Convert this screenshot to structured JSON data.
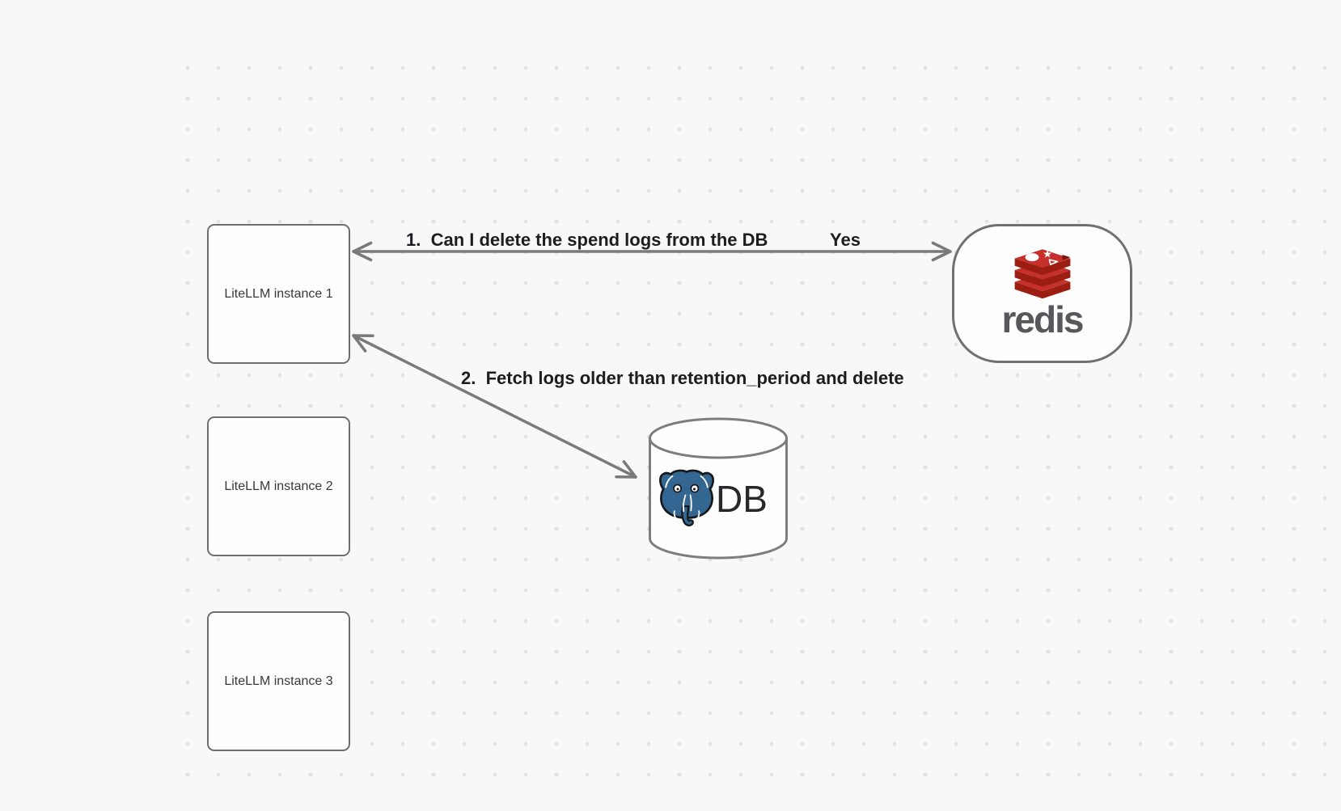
{
  "canvas": {
    "background_color": "#f8f8f9",
    "dot_color": "#e3e3e4"
  },
  "nodes": {
    "litellm_instances": [
      {
        "label": "LiteLLM instance 1"
      },
      {
        "label": "LiteLLM instance 2"
      },
      {
        "label": "LiteLLM instance 3"
      }
    ],
    "redis": {
      "wordmark": "redis",
      "icon": "redis-stack-logo",
      "brand_red": "#c6302b",
      "brand_red_dark": "#9c1d12",
      "wordmark_color": "#57585c"
    },
    "database": {
      "label": "DB",
      "icon": "postgresql-elephant-logo",
      "brand_blue": "#336791"
    }
  },
  "arrows": {
    "delete_spend_logs": {
      "label": "1.  Can I delete the spend logs from the DB",
      "response": "Yes"
    },
    "fetch_logs": {
      "label": "2.  Fetch logs older than retention_period and delete"
    }
  },
  "colors": {
    "shape_border": "#6f6f6f",
    "arrow_stroke": "#7a7a7a",
    "label_text": "#1d1d20",
    "node_label_text": "#37393c"
  }
}
